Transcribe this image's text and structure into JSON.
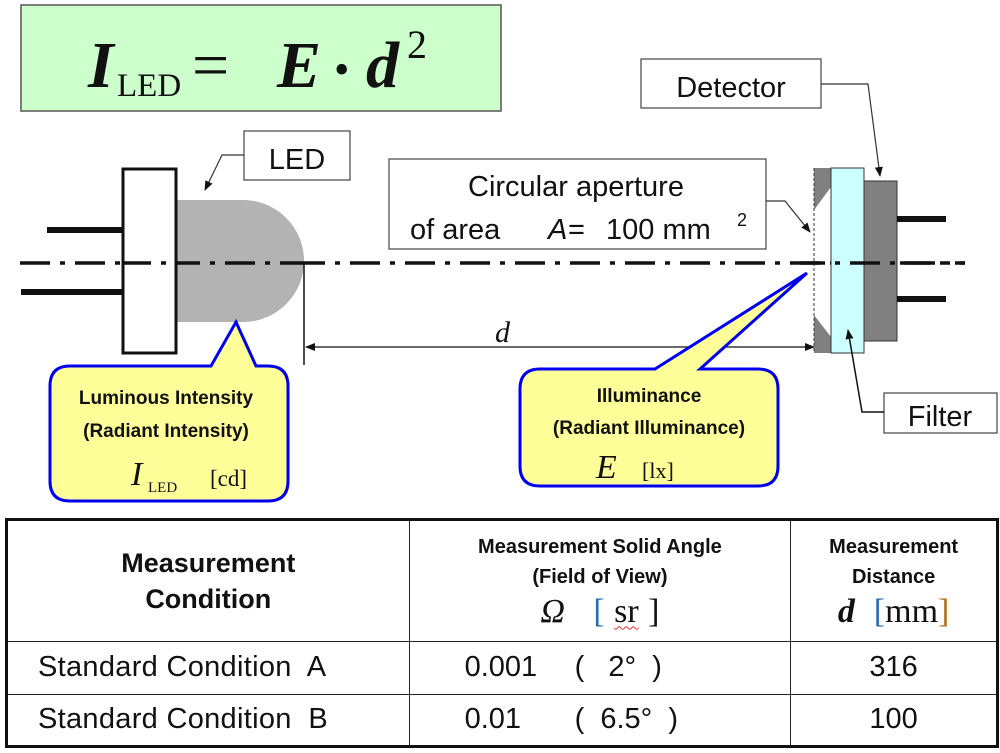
{
  "formula": {
    "lhs_symbol": "I",
    "lhs_subscript": "LED",
    "equals": "=",
    "rhs_E": "E",
    "dot": "•",
    "rhs_d": "d",
    "exponent": "2"
  },
  "labels": {
    "led": "LED",
    "detector": "Detector",
    "filter": "Filter",
    "aperture_line1": "Circular aperture",
    "aperture_line2_prefix": "of area",
    "aperture_symbol": "A",
    "aperture_equals": "=",
    "aperture_value": "100 mm",
    "aperture_exponent": "2",
    "distance_symbol": "d"
  },
  "callouts": {
    "intensity": {
      "line1": "Luminous Intensity",
      "line2": "(Radiant Intensity)",
      "symbol": "I",
      "subscript": "LED",
      "unit": "[cd]"
    },
    "illuminance": {
      "line1": "Illuminance",
      "line2": "(Radiant Illuminance)",
      "symbol": "E",
      "unit": "[lx]"
    }
  },
  "colors": {
    "formula_bg": "#ccffcc",
    "callout_fill": "#ffff99",
    "callout_border": "#0000ee",
    "led_body": "#b3b3b3",
    "filter_fill": "#ccffff",
    "detector_fill": "#808080"
  },
  "table": {
    "headers": [
      {
        "line1": "Measurement",
        "line2": "Condition"
      },
      {
        "line1": "Measurement Solid Angle",
        "line2": "(Field of View)",
        "symbol": "Ω",
        "unit": "sr"
      },
      {
        "line1": "Measurement",
        "line2": "Distance",
        "symbol": "d",
        "unit": "mm"
      }
    ],
    "rows": [
      {
        "condition": "Standard Condition  A",
        "solid_angle": "0.001",
        "fov": "(   2°  )",
        "distance": "316"
      },
      {
        "condition": "Standard Condition  B",
        "solid_angle": "0.01",
        "fov": "(  6.5°  )",
        "distance": "100"
      }
    ]
  }
}
